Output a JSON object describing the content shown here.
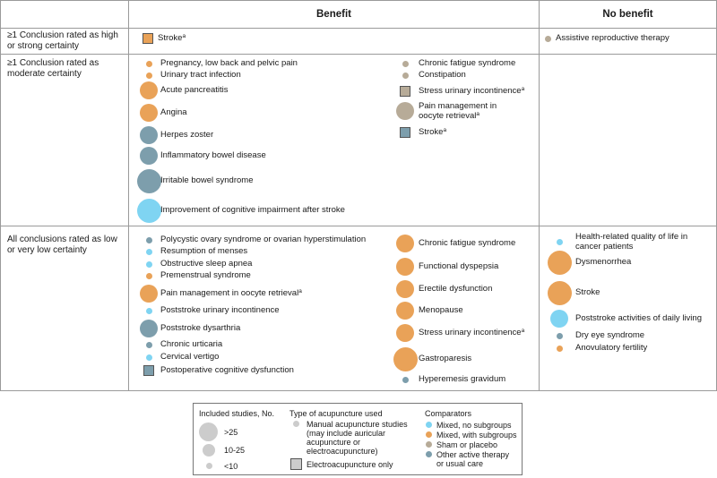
{
  "columns": {
    "benefit": "Benefit",
    "no_benefit": "No benefit"
  },
  "rows": {
    "high": "≥1 Conclusion rated as high or strong certainty",
    "moderate": "≥1 Conclusion rated as moderate certainty",
    "low": "All conclusions rated as low or very low certainty"
  },
  "colors": {
    "blue": "#7fd4f2",
    "orange": "#e9a258",
    "tan": "#b7ab98",
    "slate": "#7d9eac"
  },
  "items": {
    "high_b1": {
      "label": "Stroke",
      "sup": "a",
      "color": "orange",
      "size": "small",
      "type": "square"
    },
    "high_n1": {
      "label": "Assistive reproductive therapy",
      "color": "tan",
      "size": "small",
      "type": "circle"
    },
    "mod_b1": {
      "label": "Pregnancy, low back and pelvic pain",
      "color": "orange",
      "size": "small",
      "type": "circle"
    },
    "mod_b2": {
      "label": "Urinary tract infection",
      "color": "orange",
      "size": "small",
      "type": "circle"
    },
    "mod_b3": {
      "label": "Acute pancreatitis",
      "color": "orange",
      "size": "medium",
      "type": "circle"
    },
    "mod_b4": {
      "label": "Angina",
      "color": "orange",
      "size": "medium",
      "type": "circle"
    },
    "mod_b5": {
      "label": "Herpes zoster",
      "color": "slate",
      "size": "medium",
      "type": "circle"
    },
    "mod_b6": {
      "label": "Inflammatory bowel disease",
      "color": "slate",
      "size": "medium",
      "type": "circle"
    },
    "mod_b7": {
      "label": "Irritable bowel syndrome",
      "color": "slate",
      "size": "large",
      "type": "circle"
    },
    "mod_b8": {
      "label": "Improvement of cognitive impairment after stroke",
      "color": "blue",
      "size": "large",
      "type": "circle"
    },
    "mod_c1": {
      "label": "Chronic fatigue syndrome",
      "color": "tan",
      "size": "small",
      "type": "circle"
    },
    "mod_c2": {
      "label": "Constipation",
      "color": "tan",
      "size": "small",
      "type": "circle"
    },
    "mod_c3": {
      "label": "Stress urinary incontinence",
      "sup": "a",
      "color": "tan",
      "size": "small",
      "type": "square"
    },
    "mod_c4": {
      "label_line1": "Pain management in",
      "label_line2": "oocyte retrieval",
      "sup": "a",
      "color": "tan",
      "size": "medium",
      "type": "circle"
    },
    "mod_c5": {
      "label": "Stroke",
      "sup": "a",
      "color": "slate",
      "size": "small",
      "type": "square"
    },
    "low_b1": {
      "label": "Polycystic ovary syndrome or ovarian hyperstimulation",
      "color": "slate",
      "size": "small",
      "type": "circle"
    },
    "low_b2": {
      "label": "Resumption of menses",
      "color": "blue",
      "size": "small",
      "type": "circle"
    },
    "low_b3": {
      "label": "Obstructive sleep apnea",
      "color": "blue",
      "size": "small",
      "type": "circle"
    },
    "low_b4": {
      "label": "Premenstrual syndrome",
      "color": "orange",
      "size": "small",
      "type": "circle"
    },
    "low_b5": {
      "label": "Pain management in oocyte retrieval",
      "sup": "a",
      "color": "orange",
      "size": "medium",
      "type": "circle"
    },
    "low_b6": {
      "label": "Poststroke urinary incontinence",
      "color": "blue",
      "size": "small",
      "type": "circle"
    },
    "low_b7": {
      "label": "Poststroke dysarthria",
      "color": "slate",
      "size": "medium",
      "type": "circle"
    },
    "low_b8": {
      "label": "Chronic urticaria",
      "color": "slate",
      "size": "small",
      "type": "circle"
    },
    "low_b9": {
      "label": "Cervical vertigo",
      "color": "blue",
      "size": "small",
      "type": "circle"
    },
    "low_b10": {
      "label": "Postoperative cognitive dysfunction",
      "color": "slate",
      "size": "small",
      "type": "square"
    },
    "low_c1": {
      "label": "Chronic fatigue syndrome",
      "color": "orange",
      "size": "medium",
      "type": "circle"
    },
    "low_c2": {
      "label": "Functional dyspepsia",
      "color": "orange",
      "size": "medium",
      "type": "circle"
    },
    "low_c3": {
      "label": "Erectile dysfunction",
      "color": "orange",
      "size": "medium",
      "type": "circle"
    },
    "low_c4": {
      "label": "Menopause",
      "color": "orange",
      "size": "medium",
      "type": "circle"
    },
    "low_c5": {
      "label": "Stress urinary incontinence",
      "sup": "a",
      "color": "orange",
      "size": "medium",
      "type": "circle"
    },
    "low_c6": {
      "label": "Gastroparesis",
      "color": "orange",
      "size": "large",
      "type": "circle"
    },
    "low_c7": {
      "label": "Hyperemesis gravidum",
      "color": "slate",
      "size": "small",
      "type": "circle"
    },
    "low_n1": {
      "label_line1": "Health-related quality of life in",
      "label_line2": "cancer patients",
      "color": "blue",
      "size": "small",
      "type": "circle"
    },
    "low_n2": {
      "label": "Dysmenorrhea",
      "color": "orange",
      "size": "large",
      "type": "circle"
    },
    "low_n3": {
      "label": "Stroke",
      "color": "orange",
      "size": "large",
      "type": "circle"
    },
    "low_n4": {
      "label": "Poststroke activities of daily living",
      "color": "blue",
      "size": "medium",
      "type": "circle"
    },
    "low_n5": {
      "label": "Dry eye syndrome",
      "color": "slate",
      "size": "small",
      "type": "circle"
    },
    "low_n6": {
      "label": "Anovulatory fertility",
      "color": "orange",
      "size": "small",
      "type": "circle"
    }
  },
  "legend": {
    "size_title": "Included studies, No.",
    "sizes": [
      ">25",
      "10-25",
      "<10"
    ],
    "type_title": "Type of acupuncture used",
    "manual_lines": [
      "Manual acupuncture studies",
      "(may include auricular",
      "acupuncture or",
      "electroacupuncture)"
    ],
    "electro": "Electroacupuncture only",
    "comp_title": "Comparators",
    "comparators": [
      {
        "label": "Mixed, no subgroups",
        "color": "blue"
      },
      {
        "label": "Mixed, with subgroups",
        "color": "orange"
      },
      {
        "label": "Sham or placebo",
        "color": "tan"
      },
      {
        "label": "Other active therapy",
        "label2": "or usual care",
        "color": "slate"
      }
    ]
  }
}
